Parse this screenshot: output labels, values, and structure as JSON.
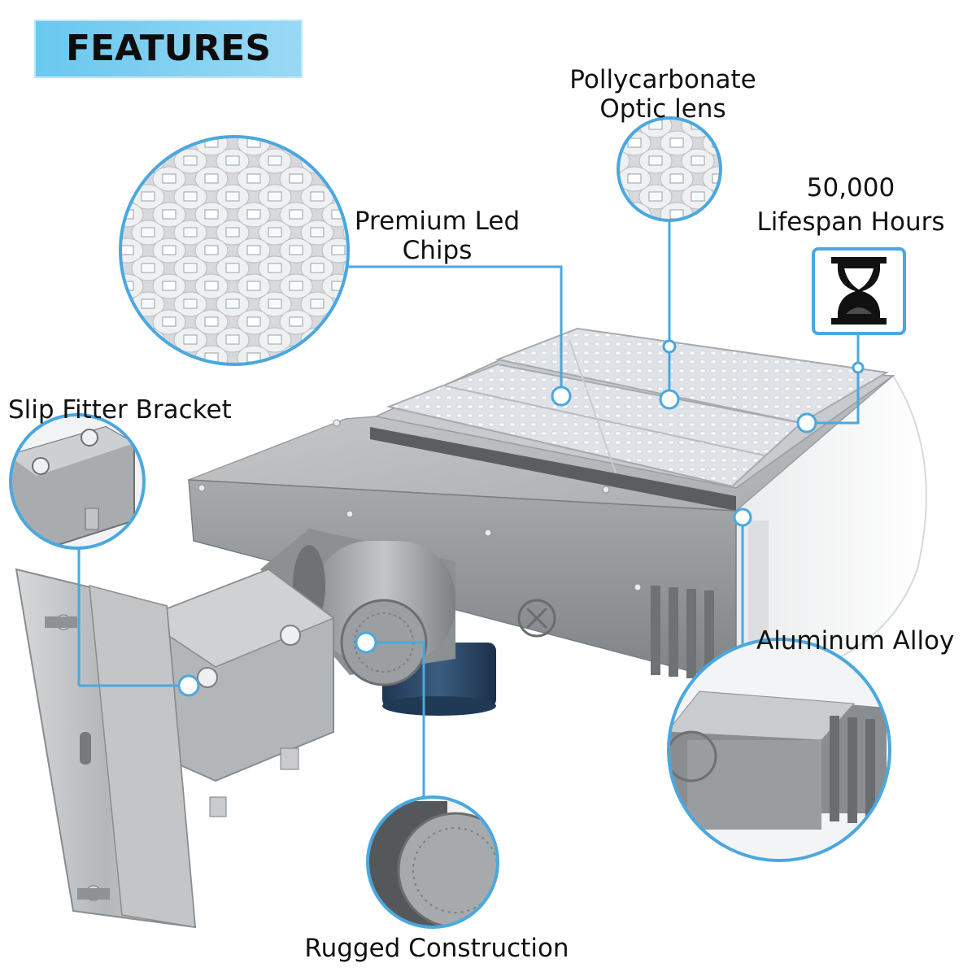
{
  "banner": {
    "title": "FEATURES"
  },
  "features": {
    "led_chips": {
      "line1": "Premium Led",
      "line2": "Chips"
    },
    "optic_lens": {
      "line1": "Pollycarbonate",
      "line2": "Optic lens"
    },
    "lifespan": {
      "line1": "50,000",
      "line2": "Lifespan Hours",
      "icon": "hourglass-icon"
    },
    "slip_fitter": {
      "label": "Slip Fitter Bracket"
    },
    "aluminum": {
      "label": "Aluminum Alloy"
    },
    "rugged": {
      "label": "Rugged Construction"
    }
  },
  "colors": {
    "accent": "#4aa8e0",
    "banner": "#7fd0f3",
    "housing": "#b9bcbe",
    "housing_dark": "#8f9294",
    "panel": "#dfe1e4",
    "led": "#f4f4f4",
    "pole": "#2b4a6a"
  }
}
